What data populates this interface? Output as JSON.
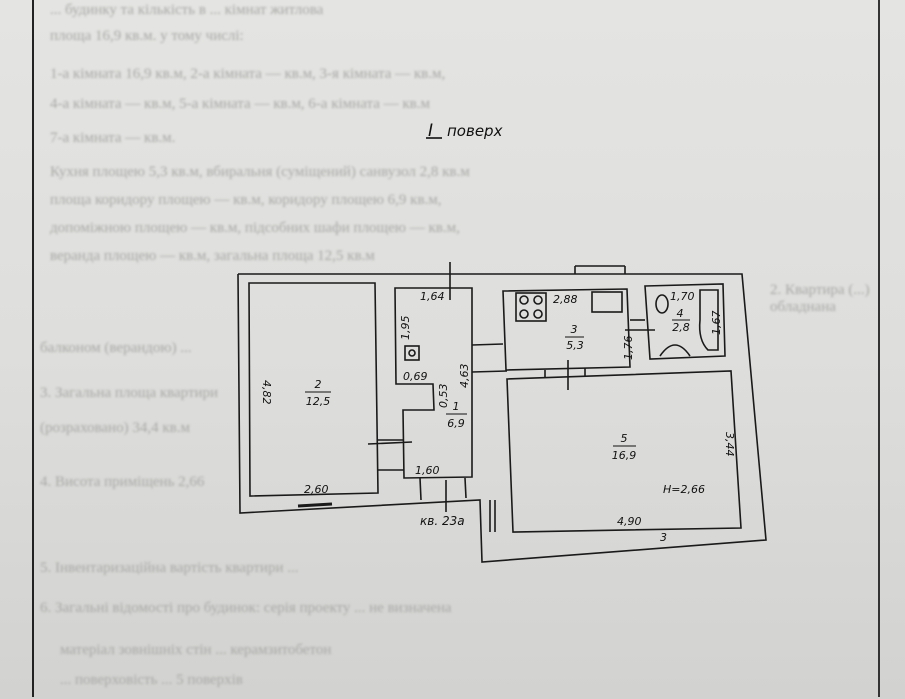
{
  "heading": {
    "roman": "I",
    "text": "поверх"
  },
  "bleed_through_lines": [
    "... будинку та кількість в ... кімнат житлова",
    "площа 16,9 кв.м. у тому числі:",
    "1-а кімната 16,9 кв.м, 2-а кімната — кв.м, 3-я кімната — кв.м,",
    "4-а кімната — кв.м, 5-а кімната — кв.м, 6-а кімната — кв.м",
    "7-а кімната — кв.м.",
    "Кухня площею 5,3 кв.м, вбиральня (суміщений) санвузол 2,8 кв.м",
    "площа коридору площею — кв.м, коридору площею 6,9 кв.м,",
    "допоміжною площею — кв.м, підсобних шафи площею — кв.м,",
    "веранда площею — кв.м, загальна площа 12,5 кв.м",
    "2. Квартира (...) обладнана",
    "балконом (верандою) ...",
    "3. Загальна площа квартири",
    "(розраховано) 34,4 кв.м",
    "4. Висота приміщень 2,66",
    "5. Інвентаризаційна вартість квартири ...",
    "6. Загальні відомості про будинок: серія проекту ... не визначена",
    "матеріал зовнішніх стін ... керамзитобетон",
    "... поверховість ... 5 поверхів"
  ],
  "floor_plan": {
    "apartment_label": "кв. 23а",
    "ceiling_height": "H=2,66",
    "rooms": [
      {
        "number": "1",
        "area": "6,9"
      },
      {
        "number": "2",
        "area": "12,5"
      },
      {
        "number": "3",
        "area": "5,3"
      },
      {
        "number": "4",
        "area": "2,8"
      },
      {
        "number": "5",
        "area": "16,9"
      }
    ],
    "dimensions": {
      "room2_height": "4,82",
      "room2_width": "2,60",
      "room1_top": "1,64",
      "room1_bottom": "1,60",
      "room1_height": "4,63",
      "room1_niche_h": "1,95",
      "room1_niche_w": "0,69",
      "room1_step": "0,53",
      "room3_width": "2,88",
      "room3_height": "1,76",
      "room4_width": "1,70",
      "room4_height": "1,67",
      "room5_width": "4,90",
      "room5_height": "3,44",
      "balcony_mark": "3"
    }
  }
}
